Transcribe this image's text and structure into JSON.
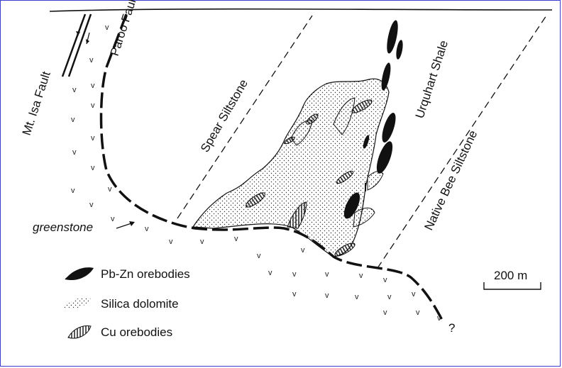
{
  "labels": {
    "mt_isa_fault": "Mt. Isa Fault",
    "paroo_fault": "Paroo Fault",
    "spear_siltstone": "Spear Siltstone",
    "urquhart_shale": "Urquhart Shale",
    "native_bee_siltstone": "Native Bee Siltstone",
    "greenstone": "greenstone",
    "question": "?"
  },
  "legend": {
    "items": [
      {
        "label": "Pb-Zn orebodies",
        "icon": "black-lens"
      },
      {
        "label": "Silica dolomite",
        "icon": "stipple"
      },
      {
        "label": "Cu orebodies",
        "icon": "hatched-lens"
      }
    ]
  },
  "scale_bar": {
    "label": "200 m"
  },
  "colors": {
    "frame": "#3b3fd0",
    "ink": "#111111"
  }
}
